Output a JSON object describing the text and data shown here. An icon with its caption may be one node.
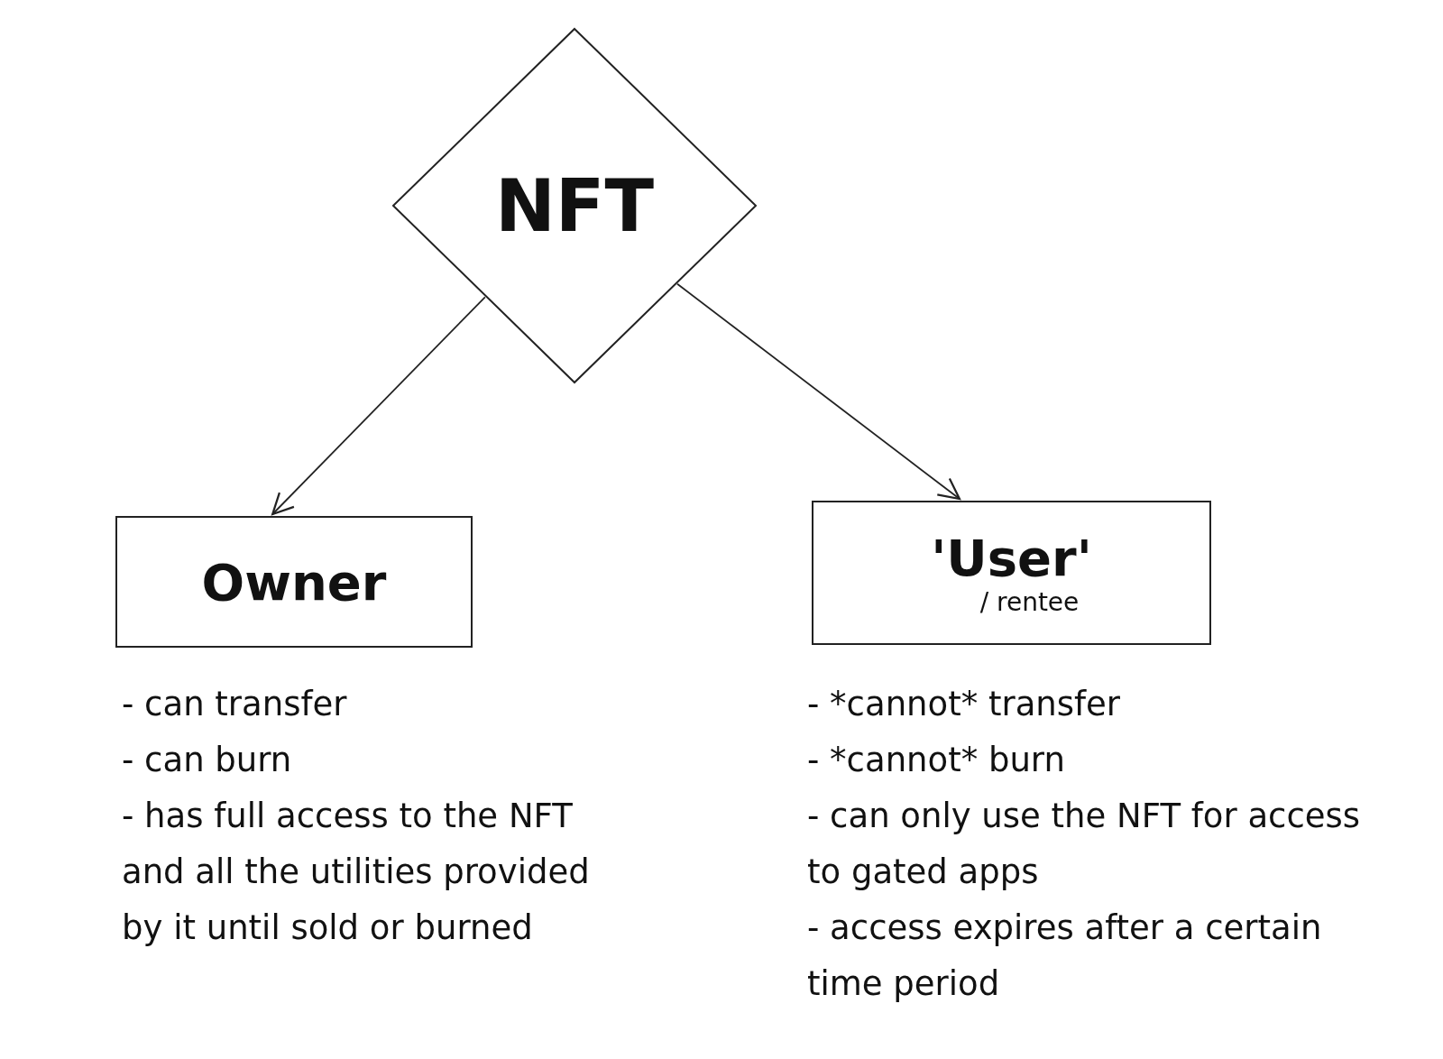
{
  "diagram": {
    "nodes": [
      {
        "text": [
          "NFT"
        ]
      },
      {
        "text": [
          "Owner"
        ],
        "beside": [
          "- can transfer",
          "- can burn",
          "- has full access to the NFT and all the utilities provided by it until sold or burned"
        ]
      },
      {
        "text": [
          "'User'",
          "/ rentee"
        ],
        "beside": [
          "- *cannot* transfer",
          "- *cannot* burn",
          "- can only use the NFT for access to gated apps",
          "- access expires after a certain time period"
        ]
      }
    ],
    "edges": [
      {
        "from": 0,
        "to": 1,
        "arrow": "to"
      },
      {
        "from": 0,
        "to": 2,
        "arrow": "to"
      }
    ]
  }
}
